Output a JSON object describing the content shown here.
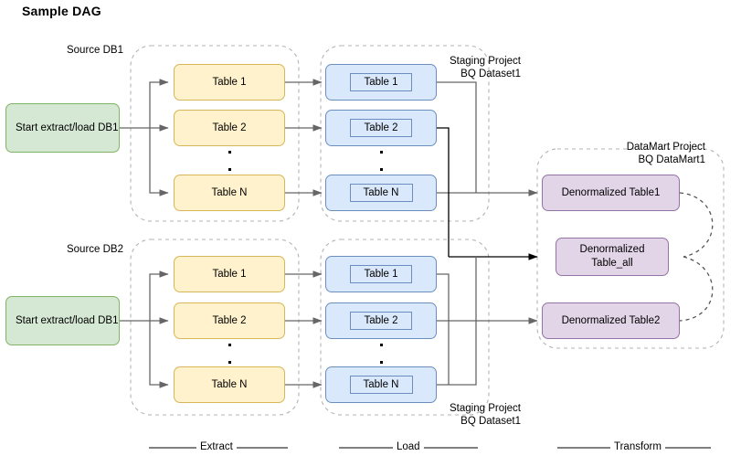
{
  "title": "Sample DAG",
  "groups": {
    "source_db1": "Source DB1",
    "source_db2": "Source DB2",
    "staging_top": "Staging Project\nBQ Dataset1",
    "staging_bottom": "Staging Project\nBQ Dataset1",
    "datamart": "DataMart Project\nBQ DataMart1"
  },
  "start_nodes": [
    {
      "id": "start-db1-top",
      "label": "Start extract/load DB1"
    },
    {
      "id": "start-db1-bottom",
      "label": "Start extract/load DB1"
    }
  ],
  "extract_top": [
    {
      "label": "Table 1"
    },
    {
      "label": "Table 2"
    },
    {
      "label": "Table N"
    }
  ],
  "extract_bottom": [
    {
      "label": "Table 1"
    },
    {
      "label": "Table 2"
    },
    {
      "label": "Table N"
    }
  ],
  "load_top": [
    {
      "label": "Table 1"
    },
    {
      "label": "Table 2"
    },
    {
      "label": "Table N"
    }
  ],
  "load_bottom": [
    {
      "label": "Table 1"
    },
    {
      "label": "Table 2"
    },
    {
      "label": "Table N"
    }
  ],
  "transform": [
    {
      "label": "Denormalized Table1"
    },
    {
      "line1": "Denormalized",
      "line2": "Table_all"
    },
    {
      "label": "Denormalized Table2"
    }
  ],
  "phases": [
    {
      "label": "Extract"
    },
    {
      "label": "Load"
    },
    {
      "label": "Transform"
    }
  ],
  "colors": {
    "green_fill": "#d5e8d4",
    "green_stroke": "#82b366",
    "yellow_fill": "#fff2cc",
    "yellow_stroke": "#d6b656",
    "blue_fill": "#dae8fc",
    "blue_stroke": "#6c8ebf",
    "purple_fill": "#e1d5e7",
    "purple_stroke": "#9673a6",
    "edge": "#666666",
    "edge_dark": "#000000",
    "group_stroke": "#b3b3b3"
  }
}
